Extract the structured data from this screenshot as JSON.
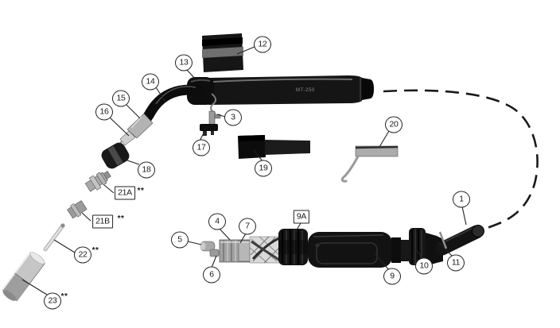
{
  "figure": {
    "handle_marking": "MT-250"
  },
  "callouts": {
    "n1": "1",
    "n3": "3",
    "n4": "4",
    "n5": "5",
    "n6": "6",
    "n7": "7",
    "n9": "9",
    "n9a": "9A",
    "n10": "10",
    "n11": "11",
    "n12": "12",
    "n13": "13",
    "n14": "14",
    "n15": "15",
    "n16": "16",
    "n17": "17",
    "n18": "18",
    "n19": "19",
    "n20": "20",
    "n21a": "21A",
    "n21b": "21B",
    "n22": "22",
    "n23": "23"
  },
  "notes": {
    "asterisks": "**"
  }
}
